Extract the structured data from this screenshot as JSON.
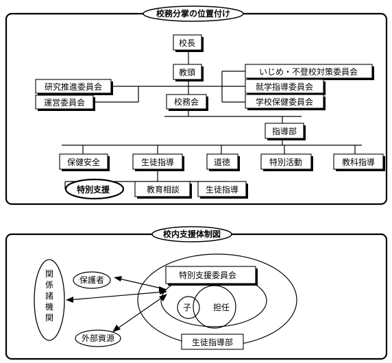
{
  "org_chart": {
    "title": "校務分掌の位置付け",
    "principal": "校長",
    "vice_principal": "教頭",
    "research_committee": "研究推進委員会",
    "management_committee": "運営委員会",
    "staff_council": "校務会",
    "bullying_committee": "いじめ・不登校対策委員会",
    "enrollment_committee": "就学指導委員会",
    "health_committee": "学校保健委員会",
    "guidance_dept": "指導部",
    "sections": [
      "保健安全",
      "生徒指導",
      "道徳",
      "特別活動",
      "教科指導"
    ],
    "special_support": "特別支援",
    "education_counseling": "教育相談",
    "student_guidance_sub": "生徒指導"
  },
  "support_chart": {
    "title": "校内支援体制図",
    "related_agencies": [
      "関",
      "係",
      "諸",
      "機",
      "関"
    ],
    "guardian": "保護者",
    "external_resources": "外部資源",
    "special_support_committee": "特別支援委員会",
    "child": "子",
    "homeroom_teacher": "担任",
    "student_guidance_dept": "生徒指導部"
  }
}
